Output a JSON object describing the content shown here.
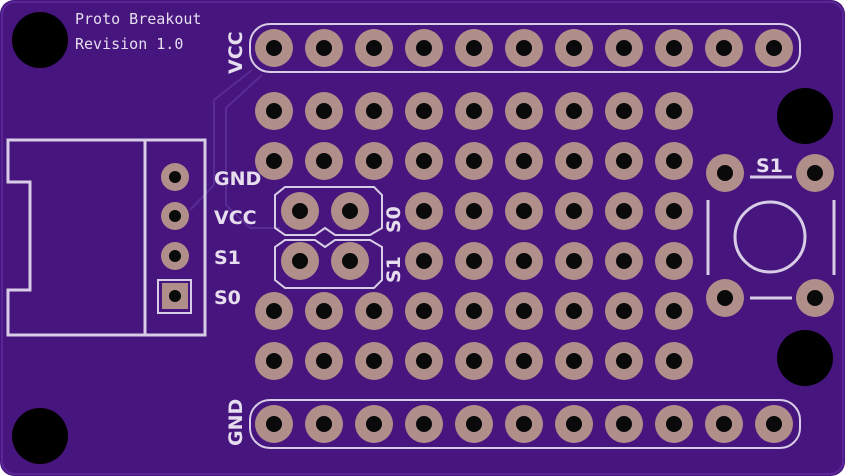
{
  "board": {
    "title_line1": "Proto Breakout",
    "title_line2": "Revision 1.0",
    "colors": {
      "board": "#46157d",
      "board_edge": "#52208c",
      "silkscreen": "#d8cde6",
      "pad_copper": "#b08f8a",
      "drill": "#0a0a0a"
    }
  },
  "labels": {
    "vcc_rail": "VCC",
    "gnd_rail": "GND",
    "header_gnd": "GND",
    "header_vcc": "VCC",
    "header_s1": "S1",
    "header_s0": "S0",
    "jumper_s0": "S0",
    "jumper_s1": "S1",
    "switch": "S1"
  }
}
